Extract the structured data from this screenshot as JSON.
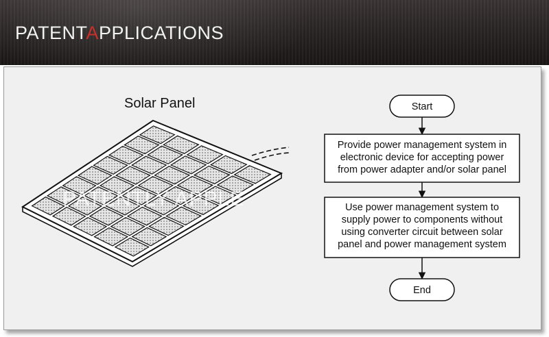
{
  "header": {
    "logo_prefix": "PATENT",
    "logo_accent": "A",
    "logo_suffix": "PPLICATIONS",
    "accent_color": "#c8302a"
  },
  "diagram": {
    "title": "Solar Panel",
    "watermark": "PATENTLY APPLE",
    "flowchart": {
      "start": "Start",
      "step1_lines": [
        "Provide power management system in",
        "electronic device for accepting power",
        "from power adapter and/or solar panel"
      ],
      "step2_lines": [
        "Use power management system to",
        "supply power to components without",
        "using converter circuit between solar",
        "panel and power management system"
      ],
      "end": "End"
    }
  }
}
